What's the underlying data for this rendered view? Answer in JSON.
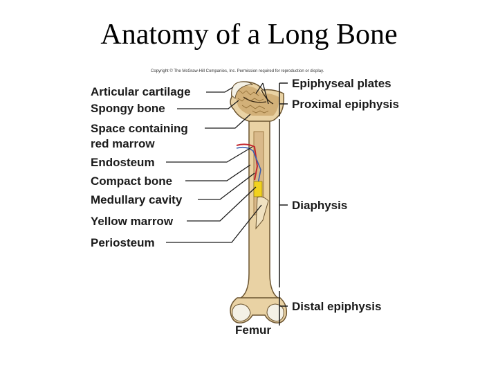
{
  "title": "Anatomy of a Long Bone",
  "copyright": "Copyright © The McGraw-Hill Companies, Inc. Permission required for reproduction or display.",
  "labels_left": [
    "Articular cartilage",
    "Spongy bone",
    "Space containing",
    "red marrow",
    "Endosteum",
    "Compact bone",
    "Medullary cavity",
    "Yellow marrow",
    "Periosteum"
  ],
  "labels_right": [
    "Epiphyseal plates",
    "Proximal epiphysis",
    "Diaphysis",
    "Distal epiphysis"
  ],
  "caption": "Femur",
  "colors": {
    "bone": "#e9d2a4",
    "bone_outline": "#6b5430",
    "spongy": "#caa46a",
    "cartilage": "#f4f1e6",
    "yellow_marrow": "#f1d21e",
    "artery": "#c2272d",
    "vein": "#3a5fb0",
    "leader": "#1a1a1a"
  }
}
